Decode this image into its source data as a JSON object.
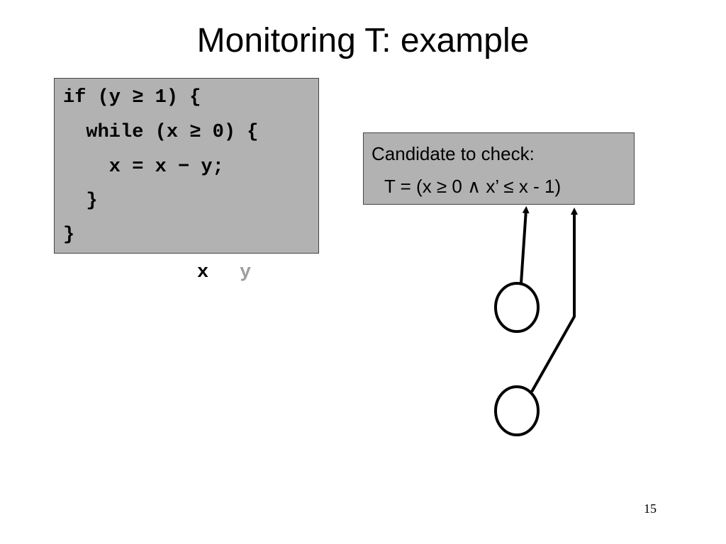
{
  "slide": {
    "title": "Monitoring T: example",
    "page_number": "15"
  },
  "code": {
    "lines": [
      "if (y ≥ 1) {",
      "  while (x ≥ 0) {",
      "    x = x − y;",
      "  }",
      "}"
    ]
  },
  "variables": {
    "x": "x",
    "y": "y",
    "x_color": "#000000",
    "y_color": "#9e9e9e"
  },
  "candidate": {
    "heading": "Candidate to check:",
    "formula": "T = (x ≥ 0 ∧ x’ ≤ x - 1)"
  },
  "colors": {
    "box_fill": "#b2b2b2",
    "stroke": "#000000"
  }
}
